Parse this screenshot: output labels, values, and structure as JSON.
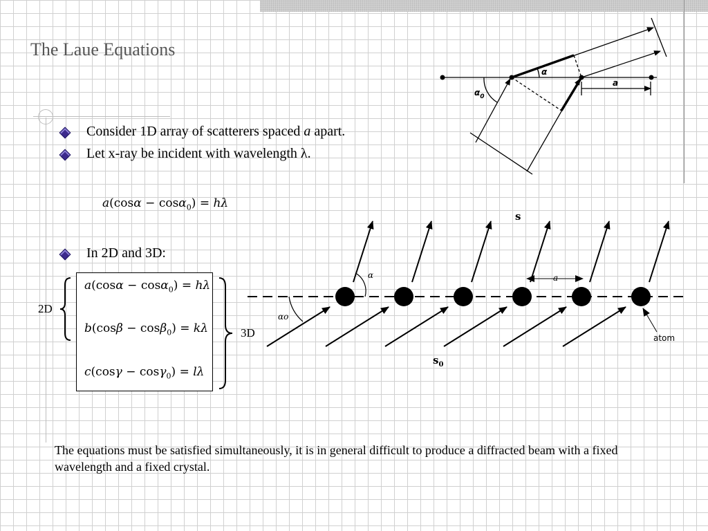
{
  "slide": {
    "title": "The Laue Equations",
    "bullets": [
      {
        "before": "Consider 1D array of scatterers spaced ",
        "var": "a",
        "after": " apart."
      },
      {
        "text": "Let x-ray be incident with wavelength λ."
      },
      {
        "text": "In 2D and 3D:"
      }
    ],
    "equation_1d": {
      "coef": "a",
      "func1": "cos",
      "angle": "α",
      "func2": "cos",
      "angle0": "α",
      "sub": "0",
      "rhs_int": "h",
      "rhs_lambda": "λ"
    },
    "equations_3d": [
      {
        "coef": "b",
        "func1": "cos",
        "angle": "β",
        "func2": "cos",
        "angle0": "β",
        "sub": "0",
        "rhs_int": "k",
        "rhs_lambda": "λ"
      },
      {
        "coef": "c",
        "func1": "cos",
        "angle": "γ",
        "func2": "cos",
        "angle0": "γ",
        "sub": "0",
        "rhs_int": "l",
        "rhs_lambda": "λ"
      }
    ],
    "label_2d": "2D",
    "label_3d": "3D",
    "conclusion": "The equations must be satisfied simultaneously, it is in general difficult to produce a diffracted beam with a fixed wavelength and a fixed crystal."
  },
  "diagram_top": {
    "alpha": "α",
    "alpha0": "α",
    "alpha0_sub": "0",
    "spacing": "a"
  },
  "diagram_bottom": {
    "s": "s",
    "s0": "s",
    "s0_sub": "0",
    "alpha": "α",
    "alpha0": "αo",
    "spacing": "a",
    "atom": "atom"
  }
}
